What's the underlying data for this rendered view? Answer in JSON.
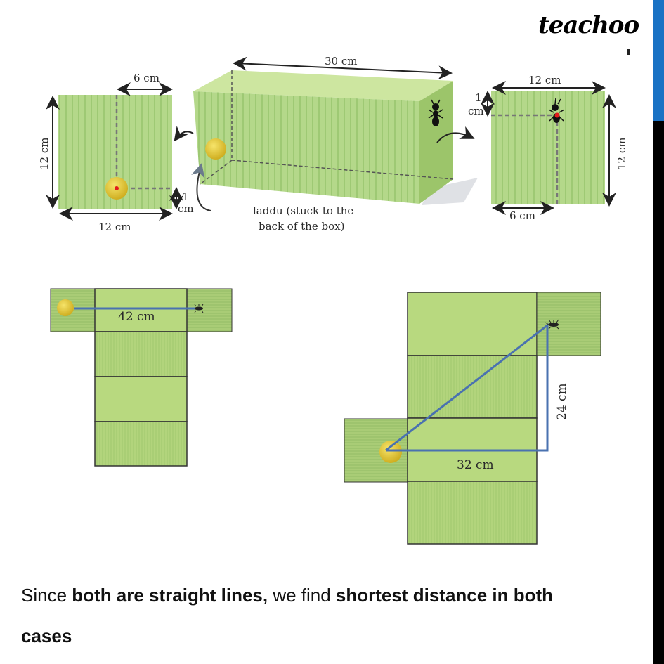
{
  "brand": {
    "logo_text": "teachoo"
  },
  "sidebar": {
    "accent_color": "#1a72c4",
    "base_color": "#000000"
  },
  "figure_top": {
    "left_face": {
      "width_label": "12 cm",
      "height_label": "12 cm",
      "offset_label": "6 cm",
      "bottom_offset_num": "1",
      "bottom_offset_unit": "cm"
    },
    "box": {
      "length_label": "30 cm",
      "laddu_caption_line1": "laddu (stuck to the",
      "laddu_caption_line2": "back of the box)"
    },
    "right_face": {
      "width_label": "12 cm",
      "height_label": "12 cm",
      "offset_label": "6 cm",
      "top_offset_num": "1",
      "top_offset_unit": "cm"
    }
  },
  "net_1": {
    "distance_label": "42 cm"
  },
  "net_2": {
    "horizontal_label": "32 cm",
    "vertical_label": "24 cm"
  },
  "colors": {
    "face_green": "#b5d77f",
    "side_green": "#a3cb6a",
    "path_blue": "#4a72b0",
    "laddu_yellow": "#e8cf3a"
  },
  "caption": {
    "part1": "Since ",
    "bold1": "both are straight lines,",
    "part2": " we find ",
    "bold2": "shortest distance in both",
    "line2_bold": "cases"
  }
}
